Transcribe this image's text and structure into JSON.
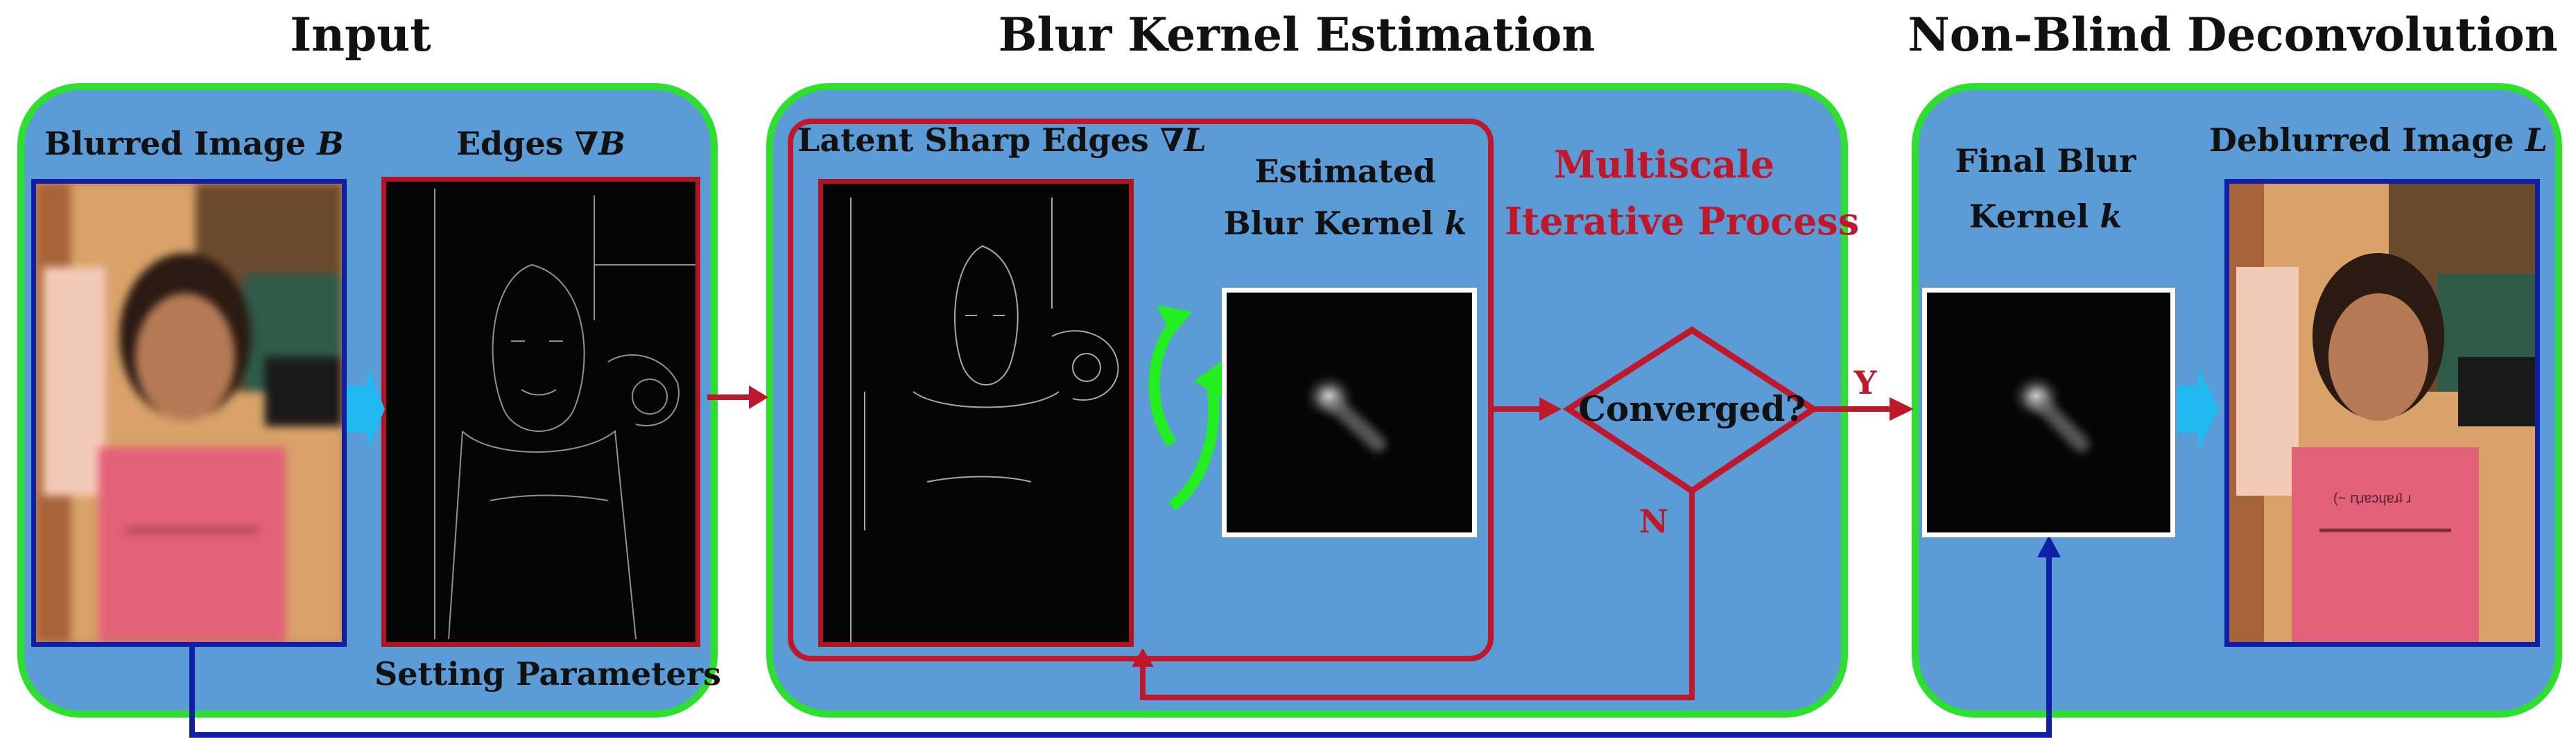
{
  "sections": {
    "input": "Input",
    "blur_kernel_estimation": "Blur Kernel Estimation",
    "non_blind_deconvolution": "Non-Blind Deconvolution"
  },
  "labels": {
    "blurred_image": "Blurred Image",
    "blurred_image_symbol": "B",
    "edges": "Edges ∇",
    "edges_symbol": "B",
    "setting_parameters": "Setting Parameters",
    "latent_sharp_edges": "Latent Sharp Edges ∇",
    "latent_sharp_edges_symbol": "L",
    "estimated": "Estimated",
    "blur_kernel": "Blur Kernel",
    "blur_kernel_symbol": "k",
    "multiscale_line1": "Multiscale",
    "multiscale_line2": "Iterative Process",
    "converged": "Converged?",
    "yes": "Y",
    "no": "N",
    "final_blur": "Final Blur",
    "final_kernel": "Kernel",
    "final_kernel_symbol": "k",
    "deblurred_image": "Deblurred Image",
    "deblurred_image_symbol": "L"
  },
  "shirt_text": "(~ ԥɹɐɔɥɐɹʇ ɹ",
  "colors": {
    "panel_fill": "#5b9bd6",
    "panel_border": "#2ee02e",
    "red_accent": "#c0182b",
    "blue_connector": "#0f1fa8",
    "cyan_arrow": "#22b8f0",
    "green_cycle": "#22ee22"
  }
}
